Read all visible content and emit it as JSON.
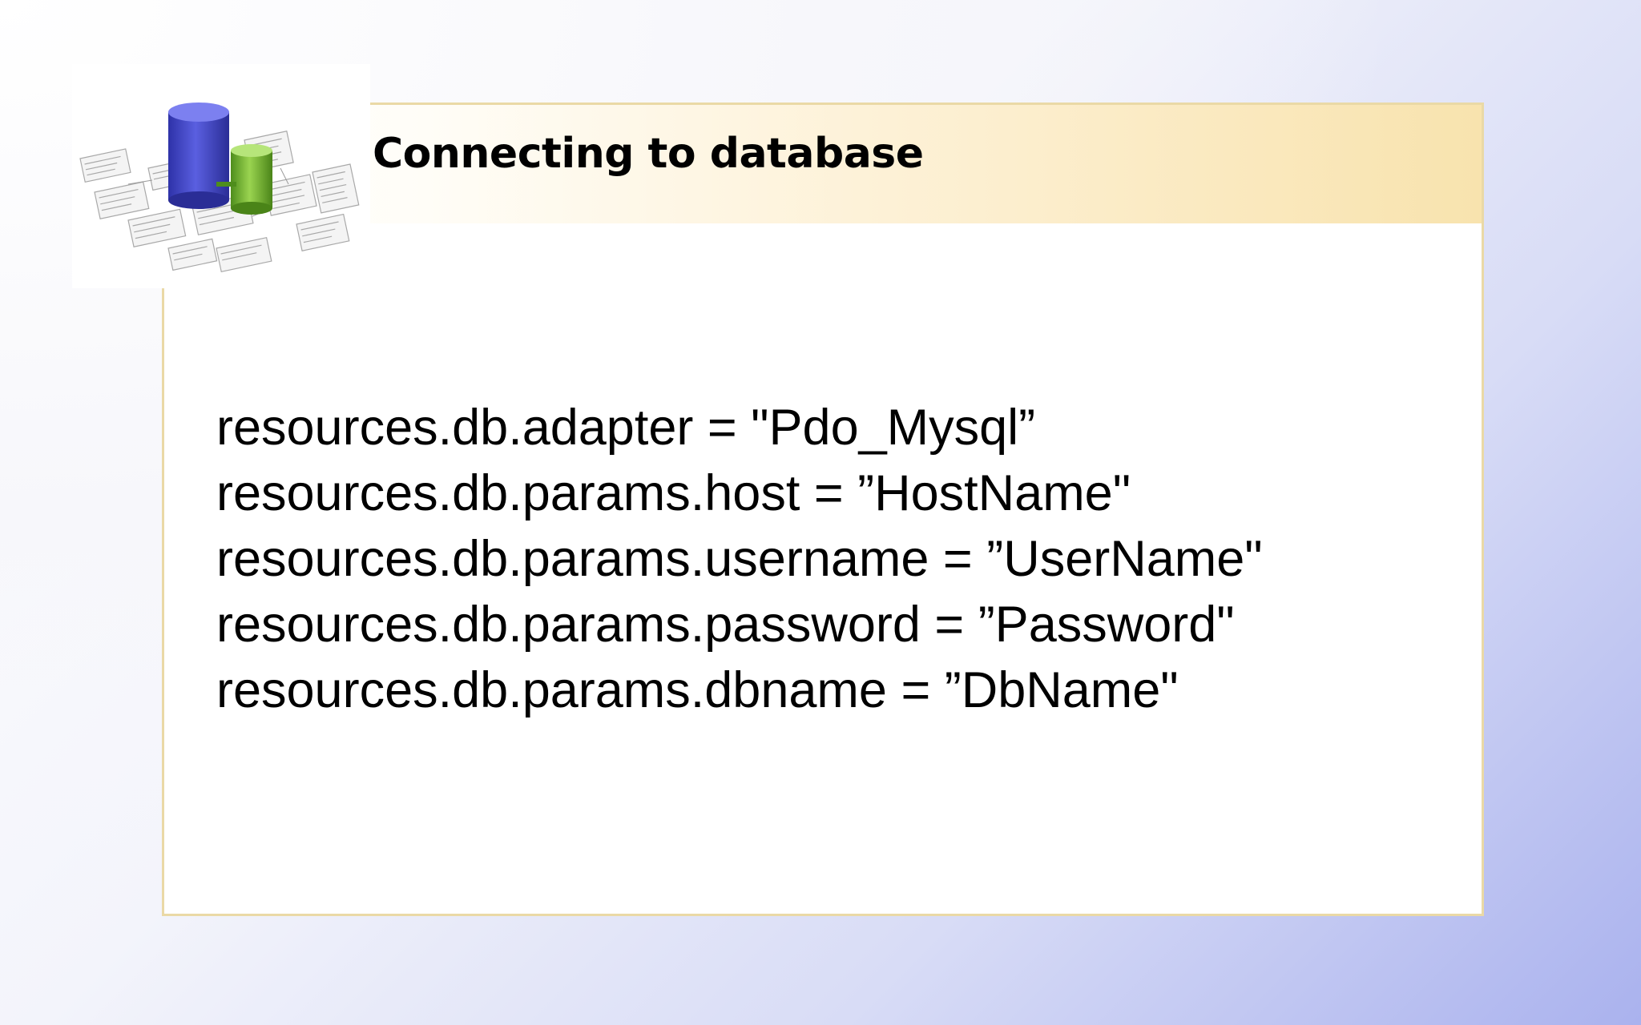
{
  "slide": {
    "title": "Connecting to database",
    "logo_icon": "database-tables-icon",
    "colors": {
      "title_band": "#f8e3ae",
      "frame_border": "#ead9a6",
      "background_accent": "#aab2ee",
      "db_cylinder_large": "#4a4fc8",
      "db_cylinder_small": "#7dbb3a"
    },
    "code_lines": [
      "resources.db.adapter = \"Pdo_Mysql”",
      "resources.db.params.host = ”HostName\"",
      "resources.db.params.username = ”UserName\"",
      "resources.db.params.password = ”Password\"",
      "resources.db.params.dbname = ”DbName\""
    ]
  }
}
